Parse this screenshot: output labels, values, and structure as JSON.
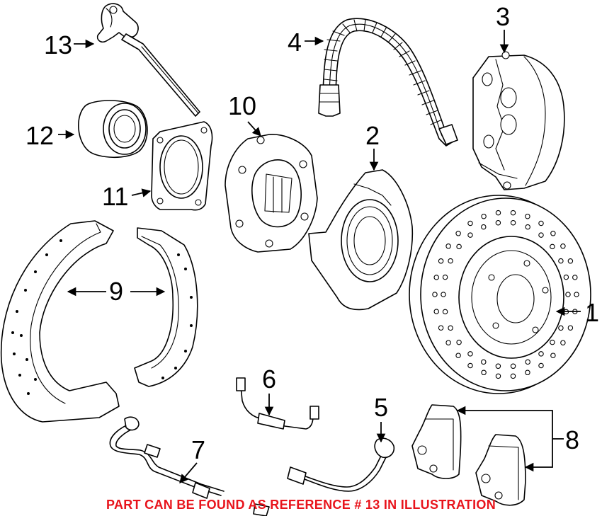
{
  "callouts": {
    "c1": "1",
    "c2": "2",
    "c3": "3",
    "c4": "4",
    "c5": "5",
    "c6": "6",
    "c7": "7",
    "c8": "8",
    "c9": "9",
    "c10": "10",
    "c11": "11",
    "c12": "12",
    "c13": "13"
  },
  "footnote": "PART CAN BE FOUND AS REFERENCE # 13 IN ILLUSTRATION",
  "colors": {
    "footnote": "#e8141c",
    "line": "#000000",
    "background": "#ffffff"
  }
}
